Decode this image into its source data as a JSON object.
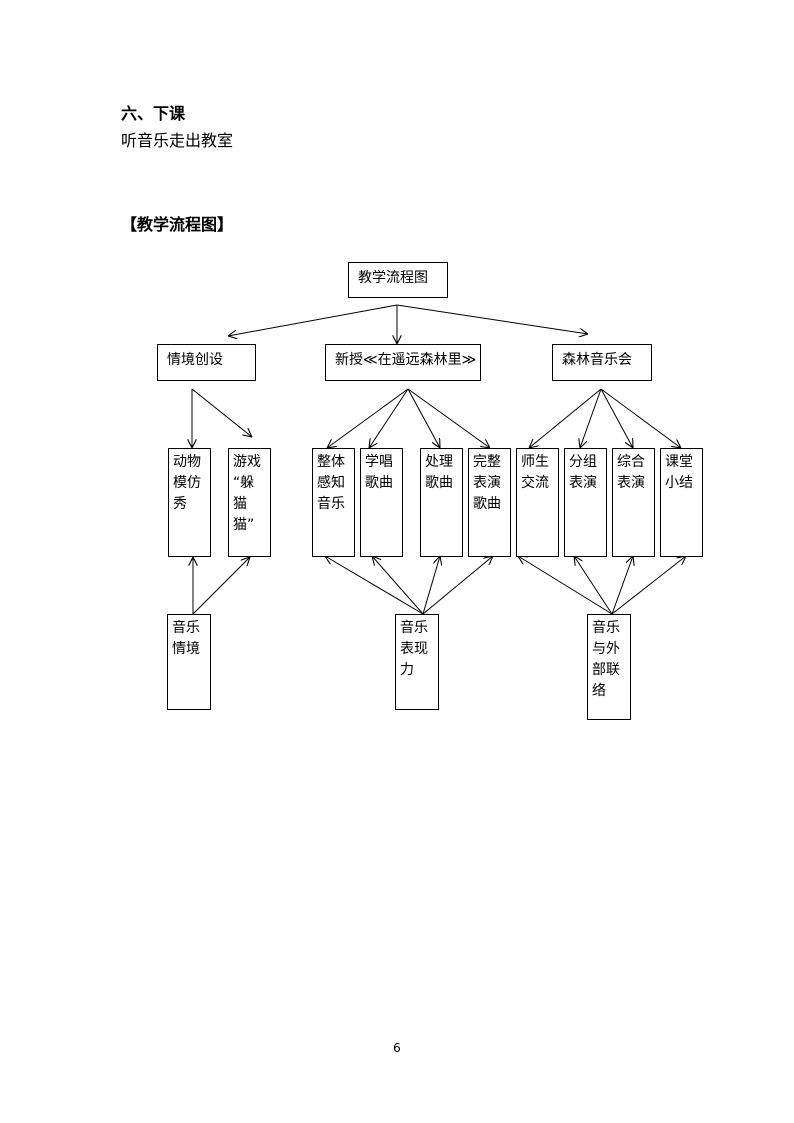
{
  "section": {
    "heading": "六、下课",
    "text": "听音乐走出教室"
  },
  "flowchart": {
    "title": "【教学流程图】",
    "root": "教学流程图",
    "stages": [
      {
        "label": "情境创设"
      },
      {
        "label": "新授≪在遥远森林里≫"
      },
      {
        "label": "森林音乐会"
      }
    ],
    "steps": [
      "动物\n模仿\n秀",
      "游戏\n“躲\n猫\n猫”",
      "整体\n感知\n音乐",
      "学唱\n歌曲",
      "处理\n歌曲",
      "完整\n表演\n歌曲",
      "师生\n交流",
      "分组\n表演",
      "综合\n表演",
      "课堂\n小结"
    ],
    "goals": [
      "音乐\n情境",
      "音乐\n表现\n力",
      "音乐\n与外\n部联\n络"
    ]
  },
  "page_number": "6"
}
